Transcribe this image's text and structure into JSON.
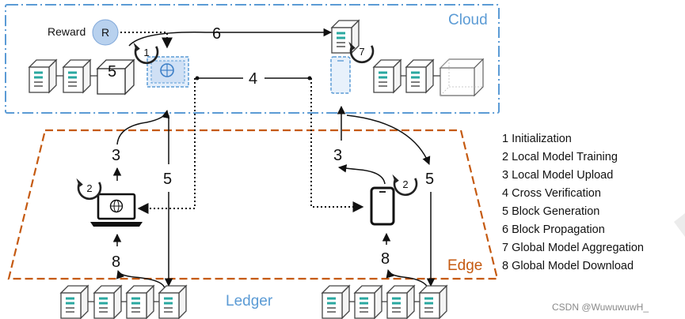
{
  "regions": {
    "cloud": "Cloud",
    "edge": "Edge",
    "ledger": "Ledger"
  },
  "reward": {
    "label": "Reward",
    "badge": "R"
  },
  "block_labels": {
    "cloud_new_block": "5"
  },
  "step_numbers": {
    "top_propagation": "6",
    "cross_verification": "4",
    "left_upload": "3",
    "left_generation": "5",
    "left_download": "8",
    "right_upload": "3",
    "right_generation": "5",
    "right_download": "8"
  },
  "cycle_badges": {
    "cloud_left": "1",
    "cloud_right": "7",
    "laptop": "2",
    "phone": "2"
  },
  "legend": [
    "1 Initialization",
    "2 Local Model Training",
    "3 Local Model Upload",
    "4 Cross Verification",
    "5 Block Generation",
    "6 Block Propagation",
    "7 Global Model Aggregation",
    "8 Global Model Download"
  ],
  "watermark": "CSDN @WuwuwuwH_",
  "colors": {
    "cloud_blue": "#5b9bd5",
    "edge_orange": "#c55a11",
    "block_teal": "#2aa8a0",
    "block_gray": "#444444"
  }
}
